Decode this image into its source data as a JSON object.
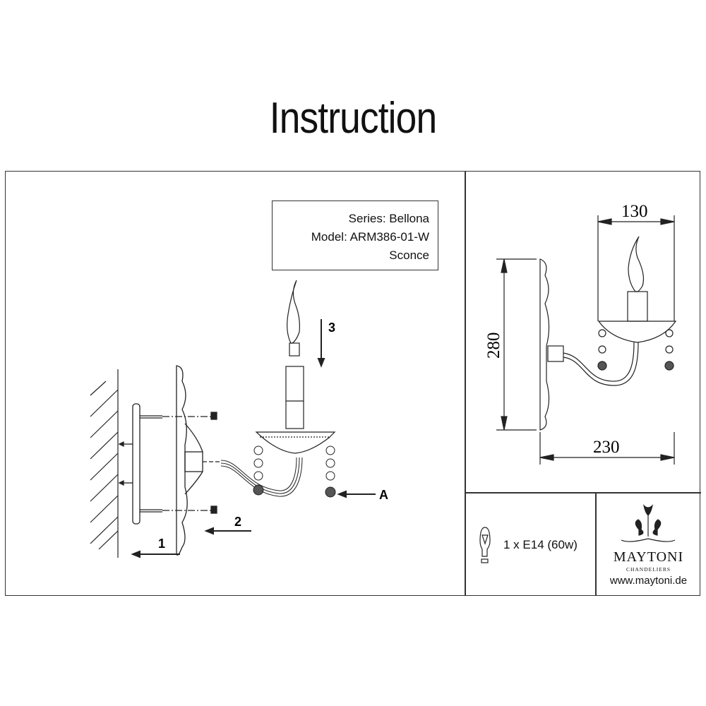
{
  "title": "Instruction",
  "product": {
    "series": "Series: Bellona",
    "model": "Model: ARM386-01-W",
    "type": "Sconce"
  },
  "assembly_steps": {
    "step1": "1",
    "step2": "2",
    "step3": "3",
    "callout_a": "A"
  },
  "dimensions": {
    "width_top": "130",
    "height": "280",
    "depth": "230"
  },
  "bulb": {
    "icon": "light-bulb-icon",
    "spec": "1 x E14 (60w)"
  },
  "brand": {
    "name": "MAYTONI",
    "subtitle": "CHANDELIERS",
    "website": "www.maytoni.de",
    "logo_icon": "chandelier-logo-icon"
  }
}
